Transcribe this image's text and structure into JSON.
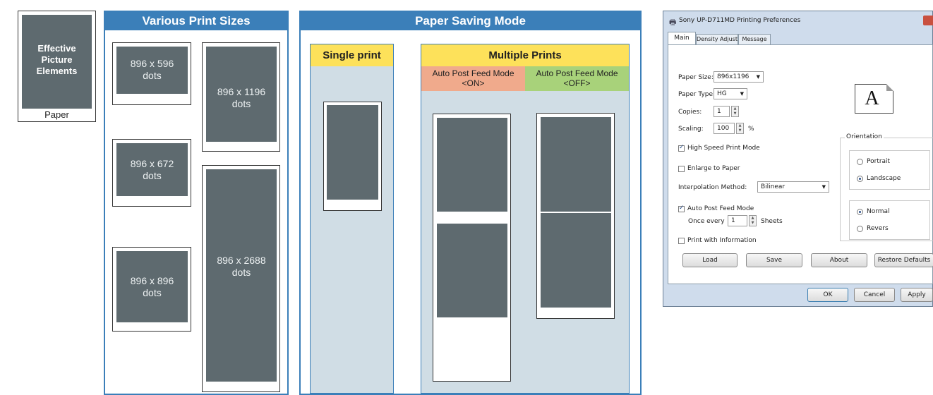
{
  "paper_legend": {
    "element_label": "Effective Picture Elements",
    "paper_label": "Paper"
  },
  "print_sizes": {
    "title": "Various Print Sizes",
    "sizes": [
      {
        "label": "896 x 596 dots"
      },
      {
        "label": "896 x 1196 dots"
      },
      {
        "label": "896 x 672 dots"
      },
      {
        "label": "896 x 896 dots"
      },
      {
        "label": "896 x 2688 dots"
      }
    ]
  },
  "paper_saving": {
    "title": "Paper Saving Mode",
    "single": {
      "title": "Single print"
    },
    "multiple": {
      "title": "Multiple Prints",
      "on_label": "Auto Post Feed Mode <ON>",
      "off_label": "Auto Post Feed Mode <OFF>"
    },
    "colors": {
      "blue": "#3b7fb9",
      "yellow": "#fde15a",
      "on": "#f0aa8c",
      "off": "#a8d27a",
      "panel": "#d0dde5",
      "element": "#5e6a6f"
    }
  },
  "dialog": {
    "title": "Sony UP-D711MD Printing Preferences",
    "tabs": [
      "Main",
      "Density Adjust",
      "Message"
    ],
    "paper_size_label": "Paper Size:",
    "paper_size_value": "896x1196",
    "paper_type_label": "Paper Type:",
    "paper_type_value": "HG",
    "copies_label": "Copies:",
    "copies_value": "1",
    "scaling_label": "Scaling:",
    "scaling_value": "100",
    "scaling_unit": "%",
    "high_speed_label": "High Speed Print Mode",
    "high_speed_checked": true,
    "enlarge_label": "Enlarge to Paper",
    "enlarge_checked": false,
    "interpolation_label": "Interpolation Method:",
    "interpolation_value": "Bilinear",
    "auto_post_label": "Auto Post Feed Mode",
    "auto_post_checked": true,
    "once_every_label": "Once every",
    "once_every_value": "1",
    "sheets_label": "Sheets",
    "print_info_label": "Print with Information",
    "print_info_checked": false,
    "orientation_label": "Orientation",
    "preview_letter": "A",
    "portrait_label": "Portrait",
    "landscape_label": "Landscape",
    "orientation_selected": "Landscape",
    "normal_label": "Normal",
    "revers_label": "Revers",
    "direction_selected": "Normal",
    "buttons": {
      "load": "Load",
      "save": "Save",
      "about": "About",
      "restore": "Restore Defaults",
      "ok": "OK",
      "cancel": "Cancel",
      "apply": "Apply"
    }
  }
}
